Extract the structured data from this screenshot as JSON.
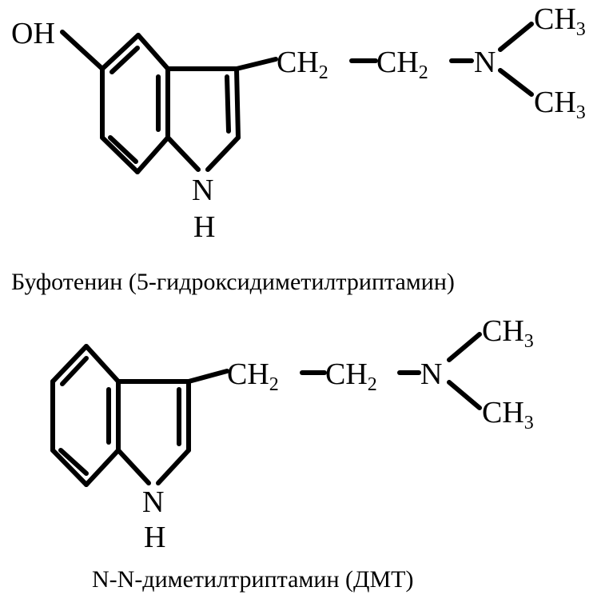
{
  "molecule_1": {
    "label_oh": "OH",
    "label_ch": "CH",
    "sub_2": "2",
    "sub_3": "3",
    "label_n": "N",
    "label_h": "H",
    "caption": "Буфотенин (5-гидроксидиметилтриптамин)"
  },
  "molecule_2": {
    "label_ch": "CH",
    "sub_2": "2",
    "sub_3": "3",
    "label_n": "N",
    "label_h": "H",
    "caption": "N-N-диметилтриптамин (ДМТ)"
  }
}
